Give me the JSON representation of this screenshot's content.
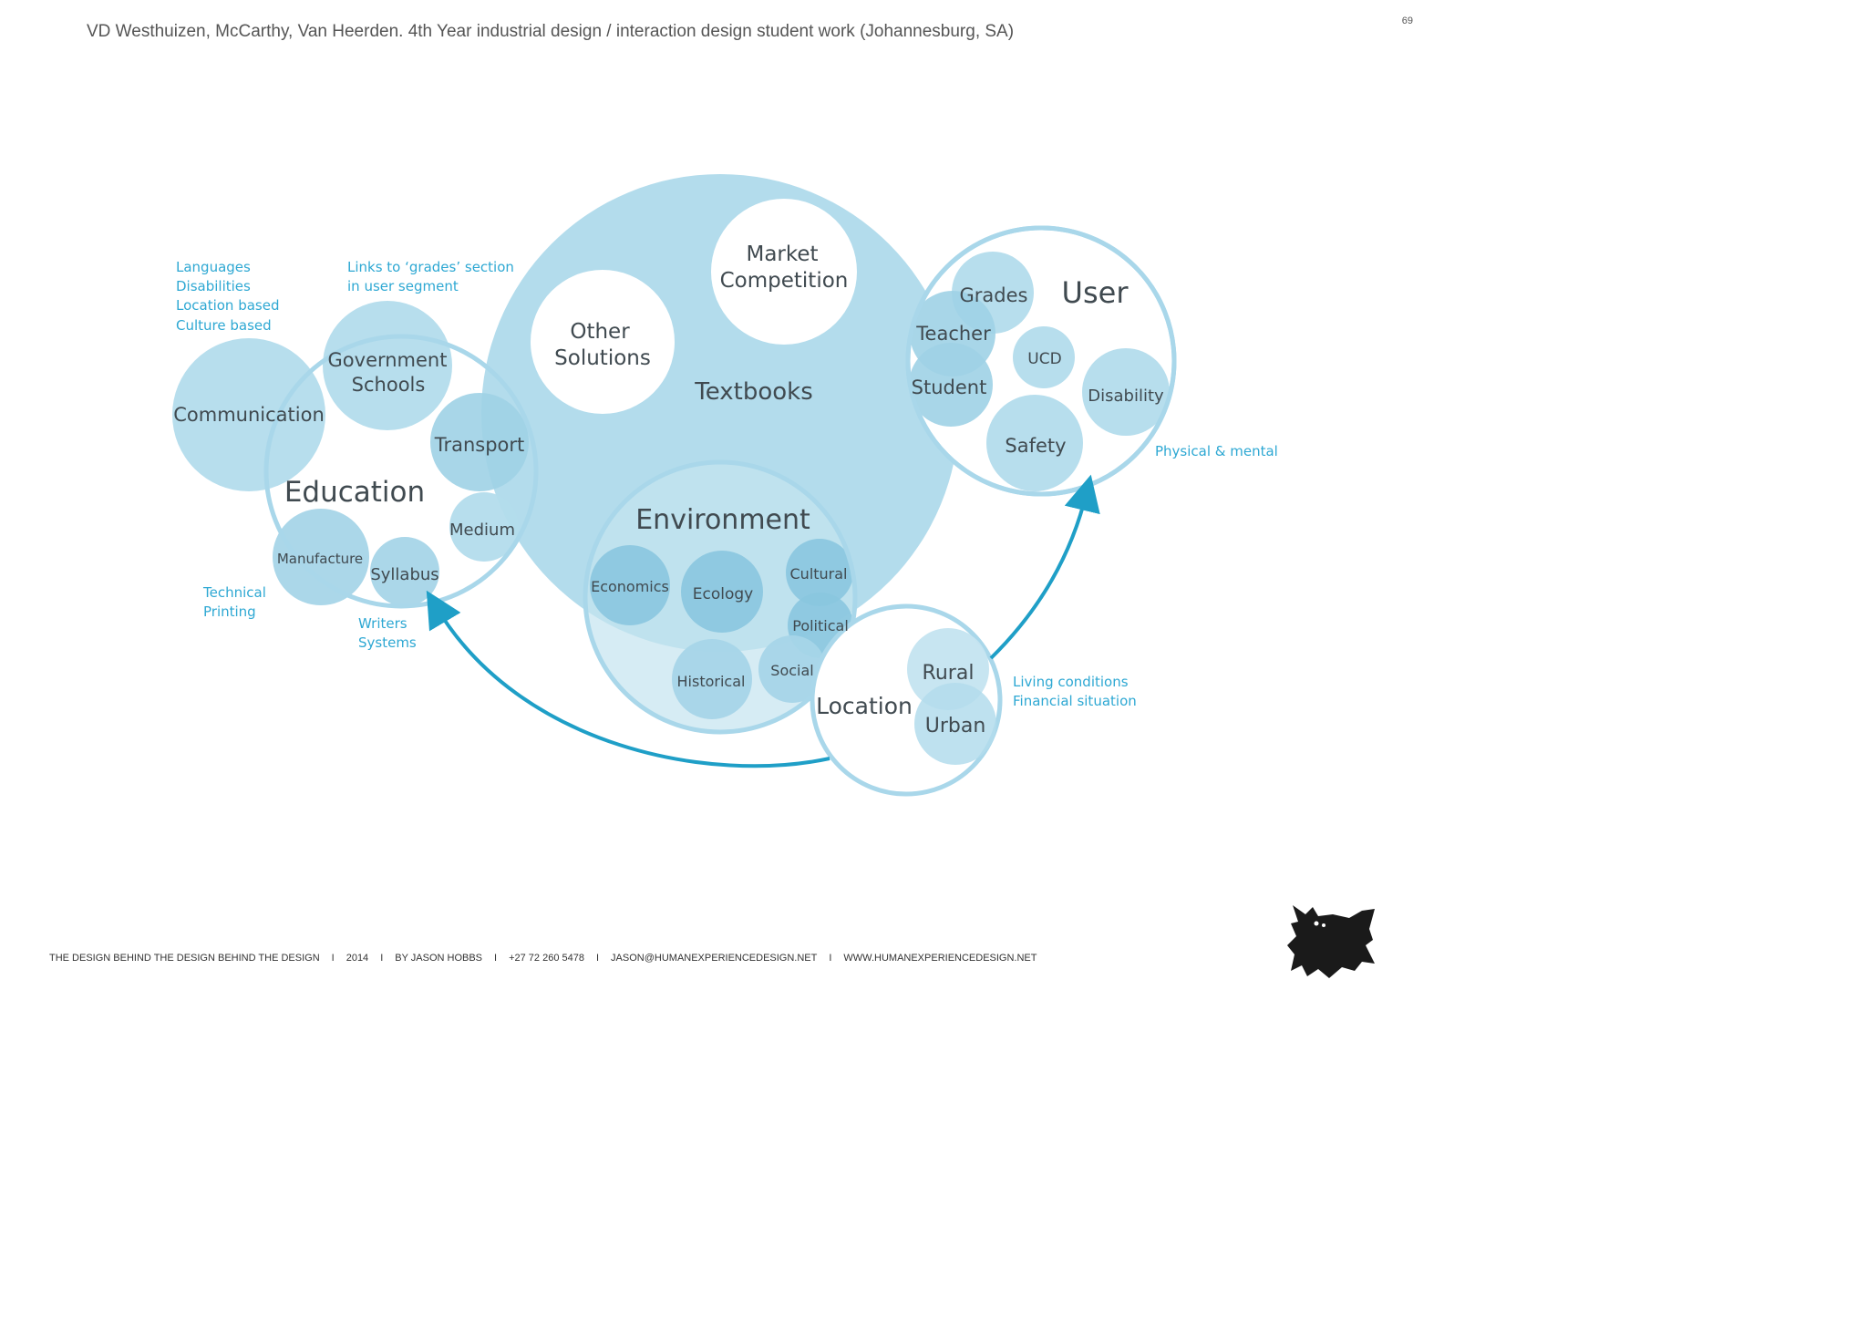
{
  "header": {
    "title": "VD Westhuizen, McCarthy, Van Heerden. 4th Year industrial design / interaction design student work (Johannesburg, SA)",
    "page_number": "69"
  },
  "diagram": {
    "colors": {
      "fill": "#b3dcec",
      "fill_dark": "#8ac7df",
      "ring": "#a9d7ea",
      "annotation": "#2ea8d3",
      "arrow": "#1f9fc7",
      "label": "#404a50"
    },
    "main": {
      "textbooks": "Textbooks",
      "market_competition": [
        "Market",
        "Competition"
      ],
      "other_solutions": [
        "Other",
        "Solutions"
      ]
    },
    "user": {
      "title": "User",
      "grades": "Grades",
      "teacher": "Teacher",
      "student": "Student",
      "ucd": "UCD",
      "disability": "Disability",
      "safety": "Safety"
    },
    "education": {
      "title": "Education",
      "communication": "Communication",
      "government_schools": [
        "Government",
        "Schools"
      ],
      "transport": "Transport",
      "medium": "Medium",
      "manufacture": "Manufacture",
      "syllabus": "Syllabus"
    },
    "environment": {
      "title": "Environment",
      "economics": "Economics",
      "ecology": "Ecology",
      "cultural": "Cultural",
      "political": "Political",
      "historical": "Historical",
      "social": "Social"
    },
    "location": {
      "title": "Location",
      "rural": "Rural",
      "urban": "Urban"
    },
    "annotations": {
      "communication_notes": [
        "Languages",
        "Disabilities",
        "Location based",
        "Culture based"
      ],
      "schools_notes": [
        "Links to ‘grades’ section",
        "in user segment"
      ],
      "manufacture_notes": [
        "Technical",
        "Printing"
      ],
      "syllabus_notes": [
        "Writers",
        "Systems"
      ],
      "disability_notes": [
        "Physical & mental"
      ],
      "location_notes": [
        "Living conditions",
        "Financial situation"
      ]
    }
  },
  "footer": {
    "items": [
      "THE DESIGN BEHIND THE DESIGN BEHIND THE DESIGN",
      "2014",
      "BY JASON HOBBS",
      "+27 72 260 5478",
      "JASON@HUMANEXPERIENCEDESIGN.NET",
      "WWW.HUMANEXPERIENCEDESIGN.NET"
    ],
    "separator": "I"
  },
  "logo": {
    "icon": "creature-logo-icon"
  }
}
